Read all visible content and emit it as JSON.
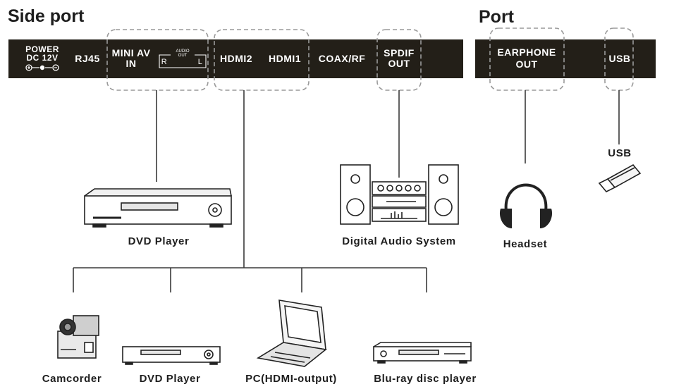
{
  "headings": {
    "side_port": "Side port",
    "port": "Port"
  },
  "side_ports": {
    "power": "POWER",
    "dc": "DC 12V",
    "rj45": "RJ45",
    "mini_av_1": "MINI AV",
    "mini_av_2": "IN",
    "audio_out_1": "AUDIO",
    "audio_out_2": "OUT",
    "audio_r": "R",
    "audio_l": "L",
    "hdmi2": "HDMI2",
    "hdmi1": "HDMI1",
    "coax": "COAX/RF",
    "spdif_1": "SPDIF",
    "spdif_2": "OUT"
  },
  "ports": {
    "earphone_1": "EARPHONE",
    "earphone_2": "OUT",
    "usb": "USB"
  },
  "devices": {
    "dvd_top": "DVD Player",
    "audio_system": "Digital Audio System",
    "headset": "Headset",
    "usb_stick": "USB",
    "camcorder": "Camcorder",
    "dvd_bottom": "DVD Player",
    "pc": "PC(HDMI-output)",
    "bluray": "Blu-ray disc player"
  }
}
